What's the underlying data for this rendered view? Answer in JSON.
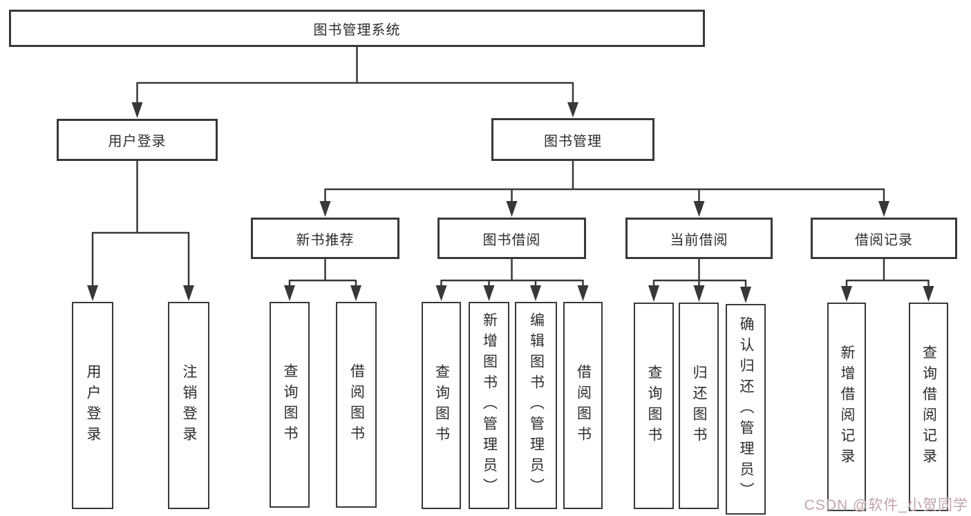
{
  "diagram": {
    "root": "图书管理系统",
    "branches": [
      {
        "label": "用户登录",
        "children": [
          "用户登录",
          "注销登录"
        ]
      },
      {
        "label": "图书管理",
        "children": [
          {
            "label": "新书推荐",
            "children": [
              "查询图书",
              "借阅图书"
            ]
          },
          {
            "label": "图书借阅",
            "children": [
              "查询图书",
              "新增图书（管理员）",
              "编辑图书（管理员）",
              "借阅图书"
            ]
          },
          {
            "label": "当前借阅",
            "children": [
              "查询图书",
              "归还图书",
              "确认归还（管理员）"
            ]
          },
          {
            "label": "借阅记录",
            "children": [
              "新增借阅记录",
              "查询借阅记录"
            ]
          }
        ]
      }
    ],
    "colors": {
      "line": "#383838",
      "box_border": "#383838",
      "text": "#2d2d2d",
      "background": "#ffffff",
      "watermark": "#c2a4a8"
    }
  },
  "watermark": {
    "text": "CSDN @软件_小贺同学"
  }
}
